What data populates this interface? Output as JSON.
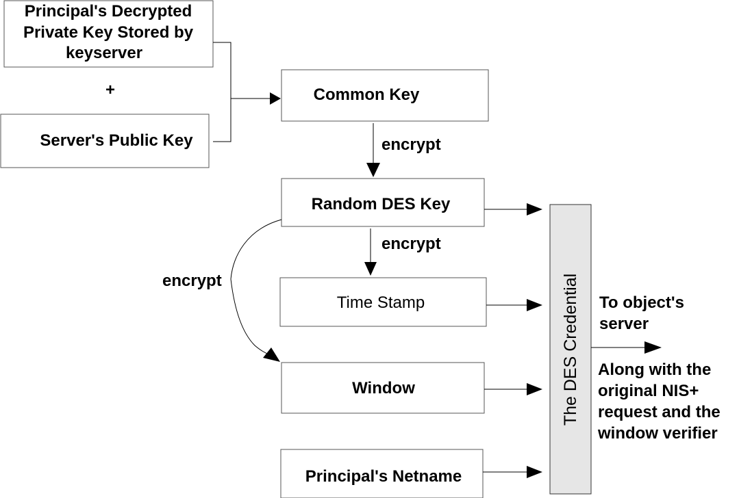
{
  "boxes": {
    "private_key": [
      "Principal's Decrypted",
      "Private Key Stored by",
      "keyserver"
    ],
    "public_key": "Server's Public Key",
    "common_key": "Common Key",
    "random_des_key": "Random DES Key",
    "time_stamp": "Time Stamp",
    "window": "Window",
    "netname": "Principal's Netname",
    "credential": "The DES Credential"
  },
  "plus": "+",
  "edge_labels": {
    "encrypt_1": "encrypt",
    "encrypt_2": "encrypt",
    "encrypt_3": "encrypt"
  },
  "output": {
    "destination": [
      "To object's",
      "server"
    ],
    "note": [
      "Along with the",
      "original NIS+",
      "request and the",
      "window verifier"
    ]
  }
}
